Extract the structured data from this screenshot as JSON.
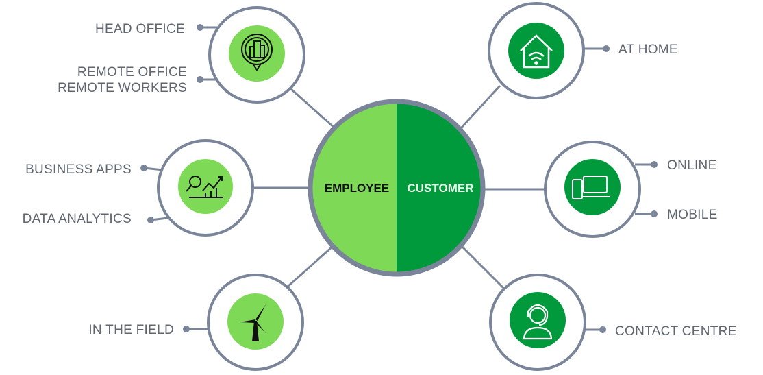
{
  "center": {
    "left_label": "EMPLOYEE",
    "right_label": "CUSTOMER"
  },
  "nodes": {
    "head_office": {
      "labels": [
        "HEAD OFFICE",
        "REMOTE OFFICE",
        "REMOTE WORKERS"
      ],
      "icon": "office-building-pin-icon"
    },
    "business": {
      "labels": [
        "BUSINESS APPS",
        "DATA ANALYTICS"
      ],
      "icon": "analytics-chart-icon"
    },
    "field": {
      "labels": [
        "IN THE FIELD"
      ],
      "icon": "wind-turbine-icon"
    },
    "home": {
      "labels": [
        "AT HOME"
      ],
      "icon": "home-wifi-icon"
    },
    "online": {
      "labels": [
        "ONLINE",
        "MOBILE"
      ],
      "icon": "devices-icon"
    },
    "contact": {
      "labels": [
        "CONTACT CENTRE"
      ],
      "icon": "headset-agent-icon"
    }
  },
  "colors": {
    "light_green": "#7ed957",
    "dark_green": "#009a3d",
    "ring": "#7a8599",
    "text": "#5f6670"
  }
}
